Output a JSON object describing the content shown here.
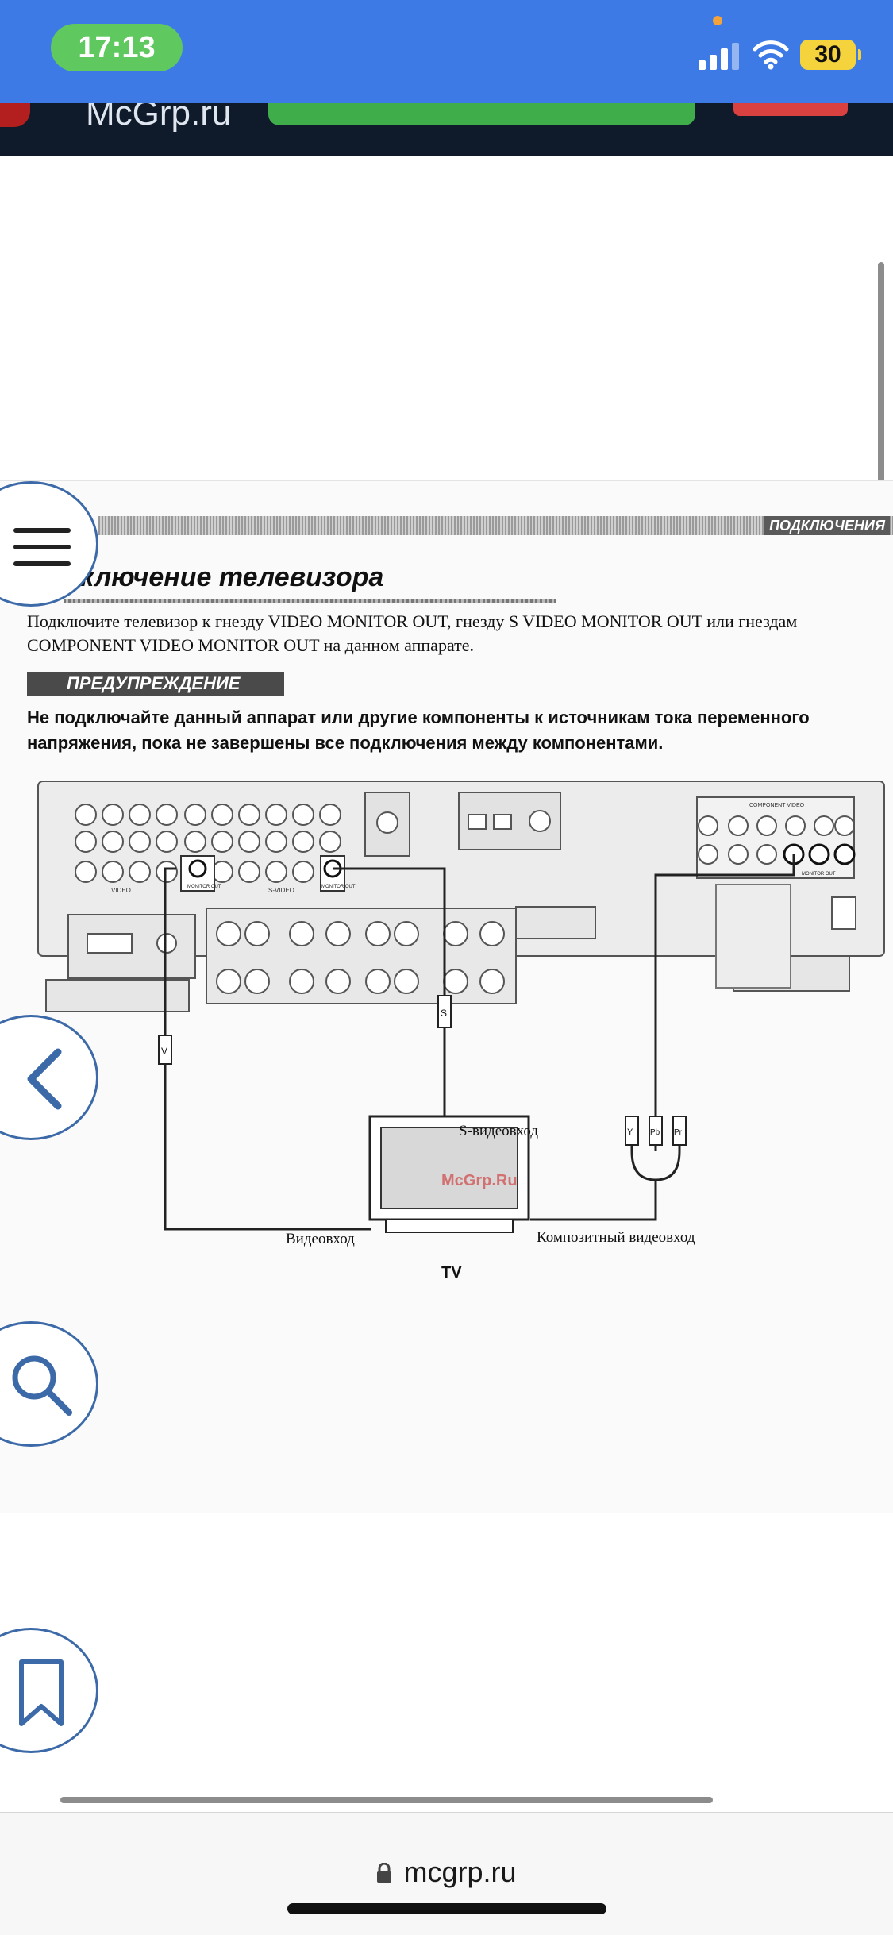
{
  "status_bar": {
    "time": "17:13",
    "battery": "30",
    "icons": [
      "signal-icon",
      "wifi-icon",
      "battery-icon"
    ]
  },
  "site_header": {
    "logo": "McGrp.ru"
  },
  "document": {
    "section_label": "ПОДКЛЮЧЕНИЯ",
    "title": "дключение телевизора",
    "intro": "Подключите телевизор к гнезду VIDEO MONITOR OUT, гнезду S VIDEO MONITOR OUT или гнездам COMPONENT VIDEO MONITOR OUT на данном аппарате.",
    "warning_label": "ПРЕДУПРЕЖДЕНИЕ",
    "warning_text": "Не подключайте данный аппарат или другие компоненты к источникам тока переменного напряжения, пока не завершены все подключения между компонентами.",
    "diagram": {
      "panel_labels": {
        "video": "VIDEO",
        "s_video": "S-VIDEO",
        "monitor_out": "MONITOR OUT",
        "component_video": "COMPONENT VIDEO",
        "component_monitor_out": "MONITOR OUT"
      },
      "plug_letters": {
        "v": "V",
        "s": "S",
        "y": "Y",
        "pb": "Pb",
        "pr": "Pr"
      },
      "s_video_input": "S-видеовход",
      "video_input": "Видеовход",
      "component_input": "Композитный видеовход",
      "tv_label": "TV",
      "watermark": "McGrp.Ru"
    }
  },
  "side_buttons": [
    {
      "icon": "menu-icon"
    },
    {
      "icon": "chevron-left-icon"
    },
    {
      "icon": "search-icon"
    },
    {
      "icon": "bookmark-icon"
    }
  ],
  "browser": {
    "url": "mcgrp.ru",
    "icon": "lock-icon"
  },
  "colors": {
    "status_bar": "#3e7ae6",
    "time_pill": "#5fc85f",
    "battery": "#f4d33c",
    "fab_border": "#3c6aa8"
  }
}
